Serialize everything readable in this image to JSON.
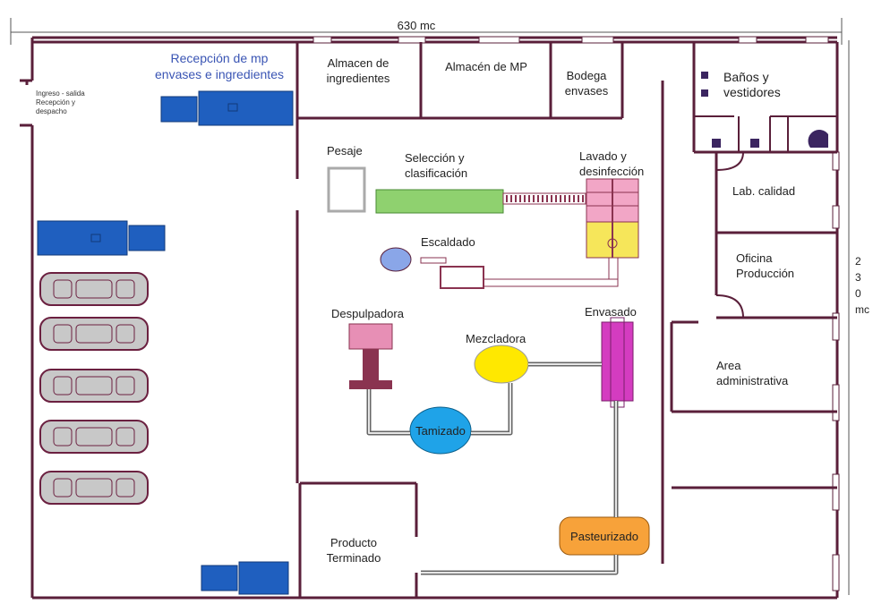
{
  "dimensions": {
    "width_label": "630 mc",
    "height_label": "2\n3\n0\nmc"
  },
  "rooms": {
    "almacen_ingredientes": "Almacen de\ningredientes",
    "almacen_mp": "Almacén de MP",
    "bodega_envases": "Bodega\nenvases",
    "banos": "Baños y\nvestidores",
    "lab_calidad": "Lab. calidad",
    "oficina_produccion": "Oficina\nProducción",
    "area_administrativa": "Area\nadministrativa",
    "producto_terminado": "Producto\nTerminado"
  },
  "zones": {
    "recepcion_mp": "Recepción de mp\nenvases e ingredientes",
    "ingreso": "Ingreso - salida\nRecepción y\ndespacho"
  },
  "process": {
    "pesaje": "Pesaje",
    "seleccion": "Selección y\nclasificación",
    "lavado": "Lavado y\ndesinfección",
    "escaldado": "Escaldado",
    "despulpadora": "Despulpadora",
    "mezcladora": "Mezcladora",
    "envasado": "Envasado",
    "tamizado": "Tamizado",
    "pasteurizado": "Pasteurizado"
  },
  "colors": {
    "wall": "#5a1f3a",
    "truck": "#1f5fbf",
    "car_fill": "#c8c8c8",
    "car_line": "#6b2040",
    "seleccion": "#8fd16f",
    "lavado": "#f6e65a",
    "lavado_top": "#f2a6c6",
    "escaldado": "#8aa6e8",
    "despulpadora": "#e78fb5",
    "mezcladora": "#ffe800",
    "envasado": "#d43cc0",
    "tamizado": "#1fa3e8",
    "pasteurizado": "#f7a23a",
    "conveyor": "#8a3350",
    "pipe": "#a0a0a0"
  }
}
